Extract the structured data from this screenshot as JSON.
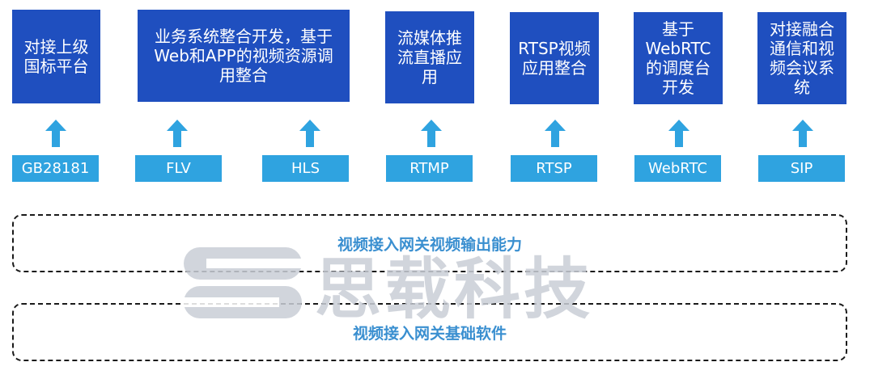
{
  "modules": [
    {
      "lines": [
        "对接上级",
        "国标平台"
      ]
    },
    {
      "lines": [
        "业务系统整合开发，基于",
        "Web和APP的视频资源调",
        "用整合"
      ]
    },
    {
      "lines": [
        "流媒体推",
        "流直播应",
        "用"
      ]
    },
    {
      "lines": [
        "RTSP视频",
        "应用整合"
      ]
    },
    {
      "lines": [
        "基于",
        "WebRTC",
        "的调度台",
        "开发"
      ]
    },
    {
      "lines": [
        "对接融合",
        "通信和视",
        "频会议系",
        "统"
      ]
    }
  ],
  "protocols": [
    "GB28181",
    "FLV",
    "HLS",
    "RTMP",
    "RTSP",
    "WebRTC",
    "SIP"
  ],
  "layers": {
    "output": "视频接入网关视频输出能力",
    "base": "视频接入网关基础软件"
  },
  "watermark": {
    "text": "思载科技"
  },
  "colors": {
    "module_bg": "#1f4fbf",
    "protocol_bg": "#2fa3e0",
    "arrow": "#2fa3e0",
    "layer_text": "#3a8fd0"
  }
}
